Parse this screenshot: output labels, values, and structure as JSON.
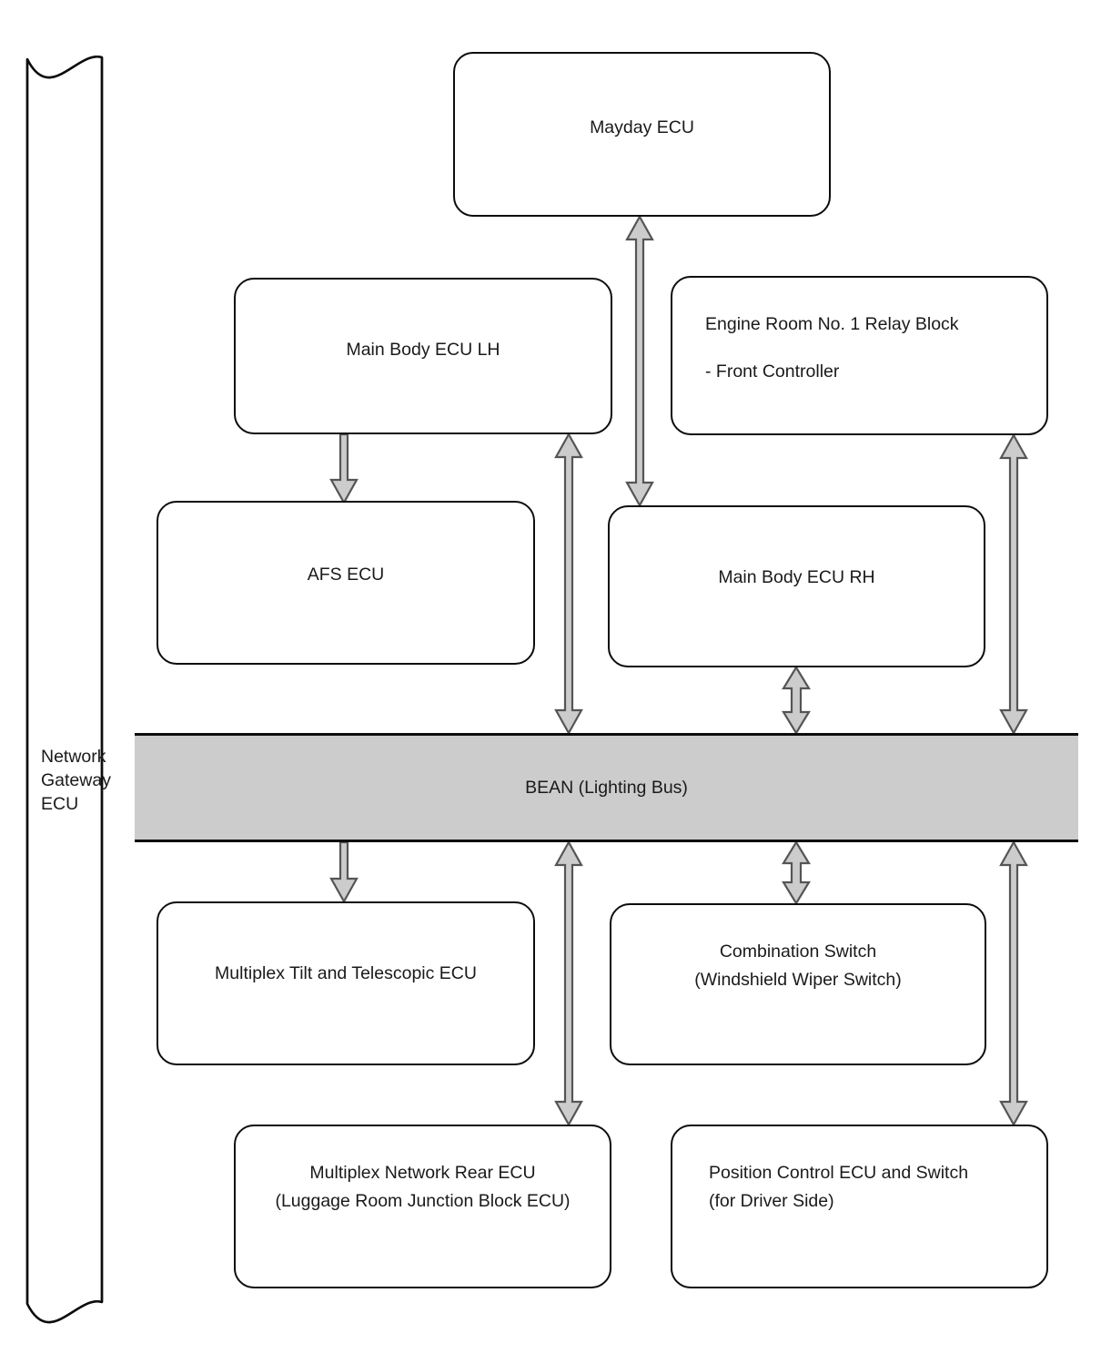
{
  "diagram": {
    "title_label": "Network Gateway ECU",
    "gateway_label": "Network\nGateway\nECU",
    "bus_label": "BEAN (Lighting Bus)",
    "colors": {
      "bus_fill": "#cccccc",
      "node_stroke": "#0d0d0d",
      "arrow_fill": "#cccccc",
      "arrow_stroke": "#555555",
      "text": "#1a1a1a",
      "background": "#ffffff"
    },
    "nodes": [
      {
        "id": "mayday",
        "label": "Mayday ECU"
      },
      {
        "id": "mainbody_lh",
        "label": "Main Body ECU LH"
      },
      {
        "id": "engine_room",
        "label": "Engine Room No. 1 Relay Block\n\n- Front Controller"
      },
      {
        "id": "afs",
        "label": "AFS ECU"
      },
      {
        "id": "mainbody_rh",
        "label": "Main Body ECU RH"
      },
      {
        "id": "tilt",
        "label": "Multiplex Tilt and Telescopic ECU"
      },
      {
        "id": "combo",
        "label": "Combination Switch\n(Windshield Wiper Switch)"
      },
      {
        "id": "rear",
        "label": "Multiplex Network Rear ECU\n(Luggage Room Junction Block ECU)"
      },
      {
        "id": "position",
        "label": "Position Control ECU and Switch\n(for Driver Side)"
      }
    ],
    "connections": [
      {
        "from": "mainbody_lh",
        "to": "afs",
        "direction": "one-way"
      },
      {
        "from": "mayday",
        "to": "mainbody_rh",
        "direction": "two-way"
      },
      {
        "from": "mainbody_lh",
        "to": "bean",
        "direction": "two-way"
      },
      {
        "from": "engine_room",
        "to": "bean",
        "direction": "two-way"
      },
      {
        "from": "mainbody_rh",
        "to": "bean",
        "direction": "two-way"
      },
      {
        "from": "bean",
        "to": "tilt",
        "direction": "one-way"
      },
      {
        "from": "bean",
        "to": "combo",
        "direction": "two-way"
      },
      {
        "from": "bean",
        "to": "rear",
        "direction": "two-way"
      },
      {
        "from": "bean",
        "to": "position",
        "direction": "two-way"
      }
    ]
  }
}
